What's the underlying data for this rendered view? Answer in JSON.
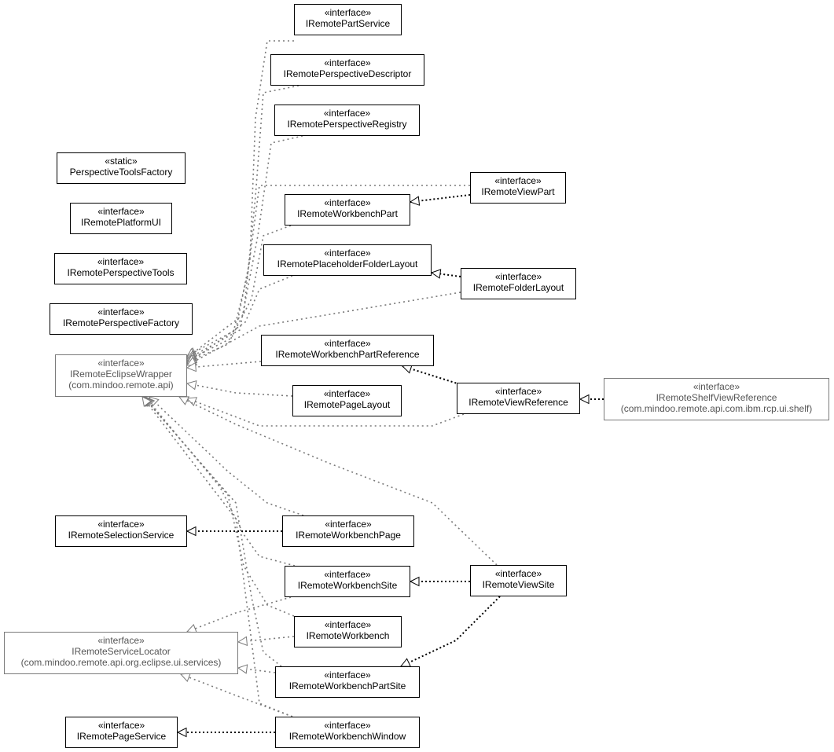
{
  "colors": {
    "internal": "#000000",
    "external": "#7a7a7a",
    "line_dark": "#000000",
    "line_grey": "#7a7a7a"
  },
  "nodes": [
    {
      "id": "partService",
      "stereotype": "«interface»",
      "name": "IRemotePartService",
      "package": ""
    },
    {
      "id": "perspDesc",
      "stereotype": "«interface»",
      "name": "IRemotePerspectiveDescriptor",
      "package": ""
    },
    {
      "id": "perspReg",
      "stereotype": "«interface»",
      "name": "IRemotePerspectiveRegistry",
      "package": ""
    },
    {
      "id": "toolsFactory",
      "stereotype": "«static»",
      "name": "PerspectiveToolsFactory",
      "package": ""
    },
    {
      "id": "platformUI",
      "stereotype": "«interface»",
      "name": "IRemotePlatformUI",
      "package": ""
    },
    {
      "id": "perspTools",
      "stereotype": "«interface»",
      "name": "IRemotePerspectiveTools",
      "package": ""
    },
    {
      "id": "perspFactory",
      "stereotype": "«interface»",
      "name": "IRemotePerspectiveFactory",
      "package": ""
    },
    {
      "id": "eclipseWrapper",
      "stereotype": "«interface»",
      "name": "IRemoteEclipseWrapper",
      "package": "(com.mindoo.remote.api)",
      "external": true
    },
    {
      "id": "viewPart",
      "stereotype": "«interface»",
      "name": "IRemoteViewPart",
      "package": ""
    },
    {
      "id": "wbPart",
      "stereotype": "«interface»",
      "name": "IRemoteWorkbenchPart",
      "package": ""
    },
    {
      "id": "phFolder",
      "stereotype": "«interface»",
      "name": "IRemotePlaceholderFolderLayout",
      "package": ""
    },
    {
      "id": "folder",
      "stereotype": "«interface»",
      "name": "IRemoteFolderLayout",
      "package": ""
    },
    {
      "id": "wbPartRef",
      "stereotype": "«interface»",
      "name": "IRemoteWorkbenchPartReference",
      "package": ""
    },
    {
      "id": "pageLayout",
      "stereotype": "«interface»",
      "name": "IRemotePageLayout",
      "package": ""
    },
    {
      "id": "viewRef",
      "stereotype": "«interface»",
      "name": "IRemoteViewReference",
      "package": ""
    },
    {
      "id": "shelfViewRef",
      "stereotype": "«interface»",
      "name": "IRemoteShelfViewReference",
      "package": "(com.mindoo.remote.api.com.ibm.rcp.ui.shelf)",
      "external": true
    },
    {
      "id": "selService",
      "stereotype": "«interface»",
      "name": "IRemoteSelectionService",
      "package": ""
    },
    {
      "id": "wbPage",
      "stereotype": "«interface»",
      "name": "IRemoteWorkbenchPage",
      "package": ""
    },
    {
      "id": "wbSite",
      "stereotype": "«interface»",
      "name": "IRemoteWorkbenchSite",
      "package": ""
    },
    {
      "id": "viewSite",
      "stereotype": "«interface»",
      "name": "IRemoteViewSite",
      "package": ""
    },
    {
      "id": "serviceLocator",
      "stereotype": "«interface»",
      "name": "IRemoteServiceLocator",
      "package": "(com.mindoo.remote.api.org.eclipse.ui.services)",
      "external": true
    },
    {
      "id": "workbench",
      "stereotype": "«interface»",
      "name": "IRemoteWorkbench",
      "package": ""
    },
    {
      "id": "wbPartSite",
      "stereotype": "«interface»",
      "name": "IRemoteWorkbenchPartSite",
      "package": ""
    },
    {
      "id": "pageService",
      "stereotype": "«interface»",
      "name": "IRemotePageService",
      "package": ""
    },
    {
      "id": "wbWindow",
      "stereotype": "«interface»",
      "name": "IRemoteWorkbenchWindow",
      "package": ""
    }
  ],
  "edges": [
    {
      "from": "partService",
      "to": "eclipseWrapper",
      "style": "grey"
    },
    {
      "from": "perspDesc",
      "to": "eclipseWrapper",
      "style": "grey"
    },
    {
      "from": "perspReg",
      "to": "eclipseWrapper",
      "style": "grey"
    },
    {
      "from": "viewPart",
      "to": "eclipseWrapper",
      "style": "grey"
    },
    {
      "from": "wbPart",
      "to": "eclipseWrapper",
      "style": "grey"
    },
    {
      "from": "phFolder",
      "to": "eclipseWrapper",
      "style": "grey"
    },
    {
      "from": "folder",
      "to": "eclipseWrapper",
      "style": "grey"
    },
    {
      "from": "wbPartRef",
      "to": "eclipseWrapper",
      "style": "grey"
    },
    {
      "from": "pageLayout",
      "to": "eclipseWrapper",
      "style": "grey"
    },
    {
      "from": "viewRef",
      "to": "eclipseWrapper",
      "style": "grey"
    },
    {
      "from": "viewSite",
      "to": "eclipseWrapper",
      "style": "grey"
    },
    {
      "from": "wbPage",
      "to": "eclipseWrapper",
      "style": "grey"
    },
    {
      "from": "wbSite",
      "to": "eclipseWrapper",
      "style": "grey"
    },
    {
      "from": "workbench",
      "to": "eclipseWrapper",
      "style": "grey"
    },
    {
      "from": "wbPartSite",
      "to": "eclipseWrapper",
      "style": "grey"
    },
    {
      "from": "wbWindow",
      "to": "eclipseWrapper",
      "style": "grey"
    },
    {
      "from": "viewPart",
      "to": "wbPart",
      "style": "dark"
    },
    {
      "from": "folder",
      "to": "phFolder",
      "style": "dark"
    },
    {
      "from": "viewRef",
      "to": "wbPartRef",
      "style": "dark"
    },
    {
      "from": "shelfViewRef",
      "to": "viewRef",
      "style": "dark"
    },
    {
      "from": "wbPage",
      "to": "selService",
      "style": "dark"
    },
    {
      "from": "viewSite",
      "to": "wbSite",
      "style": "dark"
    },
    {
      "from": "viewSite",
      "to": "wbPartSite",
      "style": "dark"
    },
    {
      "from": "wbWindow",
      "to": "pageService",
      "style": "dark"
    },
    {
      "from": "wbSite",
      "to": "serviceLocator",
      "style": "grey"
    },
    {
      "from": "workbench",
      "to": "serviceLocator",
      "style": "grey"
    },
    {
      "from": "wbPartSite",
      "to": "serviceLocator",
      "style": "grey"
    },
    {
      "from": "wbWindow",
      "to": "serviceLocator",
      "style": "grey"
    }
  ]
}
